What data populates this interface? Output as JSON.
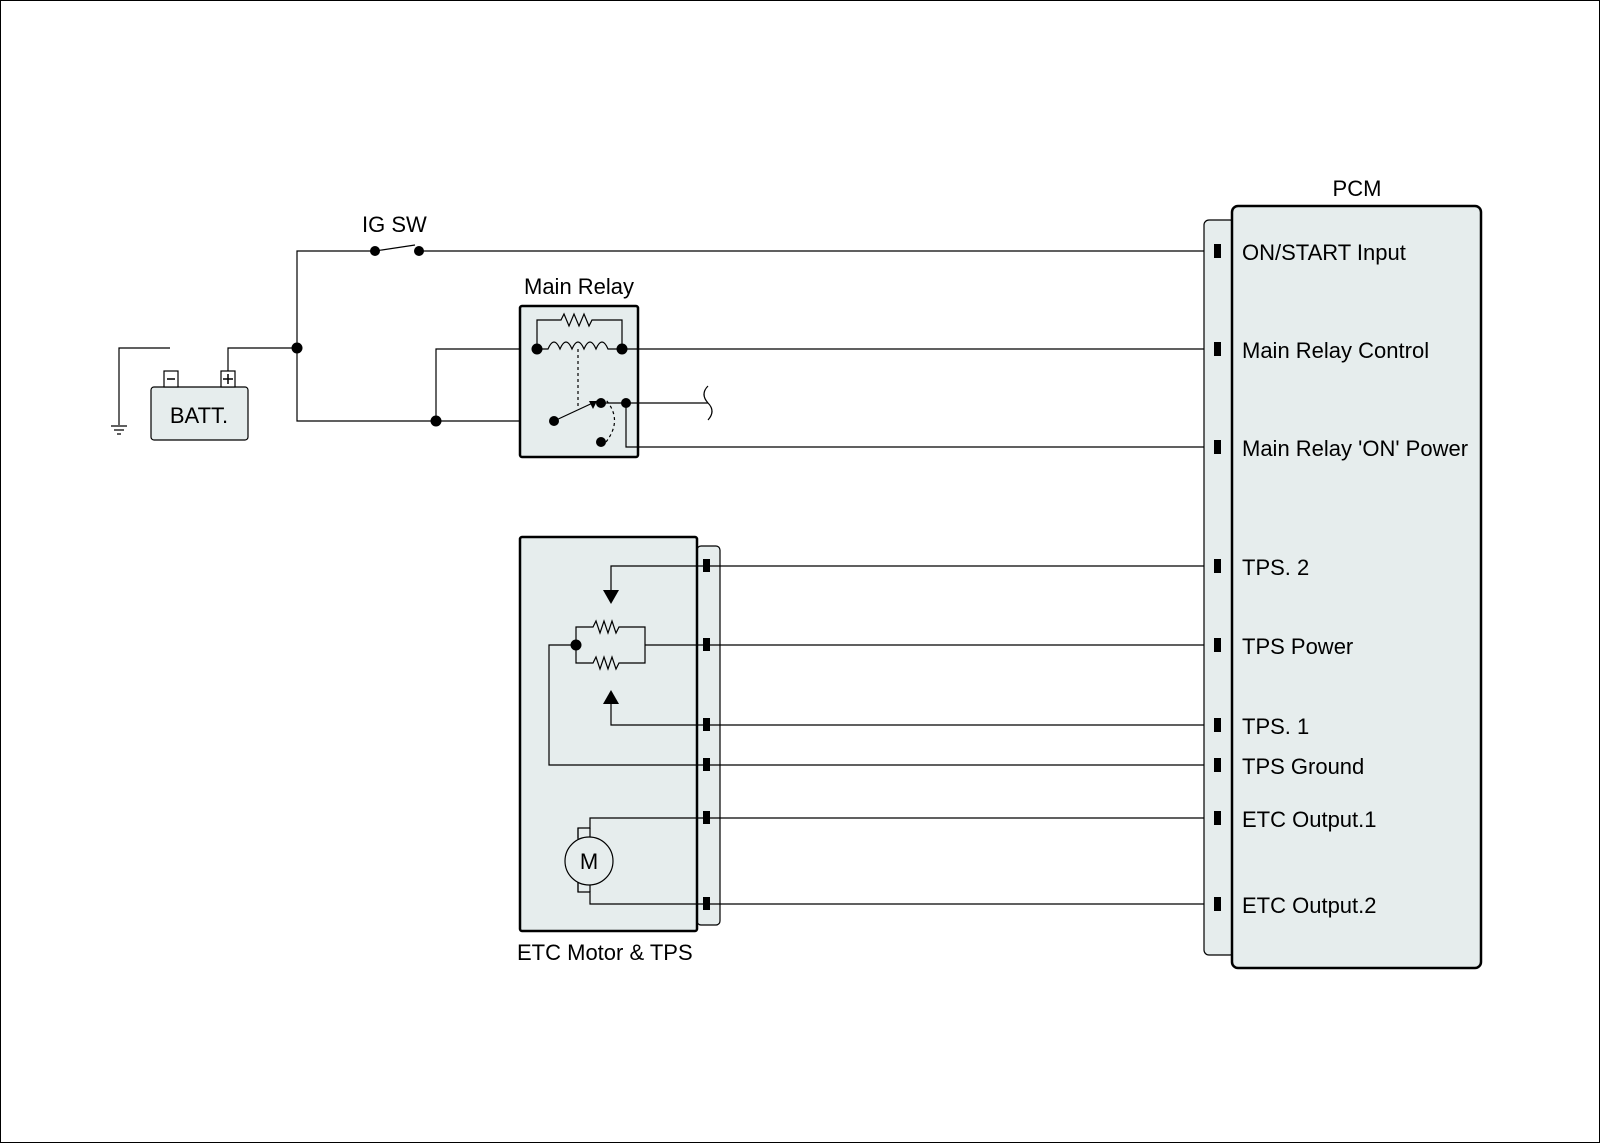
{
  "components": {
    "battery": {
      "label": "BATT.",
      "neg": "-",
      "pos": "+"
    },
    "ig_switch": {
      "label": "IG SW"
    },
    "main_relay": {
      "label": "Main Relay"
    },
    "etc_module": {
      "label": "ETC Motor & TPS",
      "motor": "M"
    },
    "pcm": {
      "label": "PCM"
    }
  },
  "pcm_pins": [
    "ON/START Input",
    "Main Relay Control",
    "Main Relay 'ON' Power",
    "TPS. 2",
    "TPS Power",
    "TPS. 1",
    "TPS Ground",
    "ETC Output.1",
    "ETC Output.2"
  ],
  "colors": {
    "box_fill": "#e6eded",
    "line": "#000000"
  }
}
